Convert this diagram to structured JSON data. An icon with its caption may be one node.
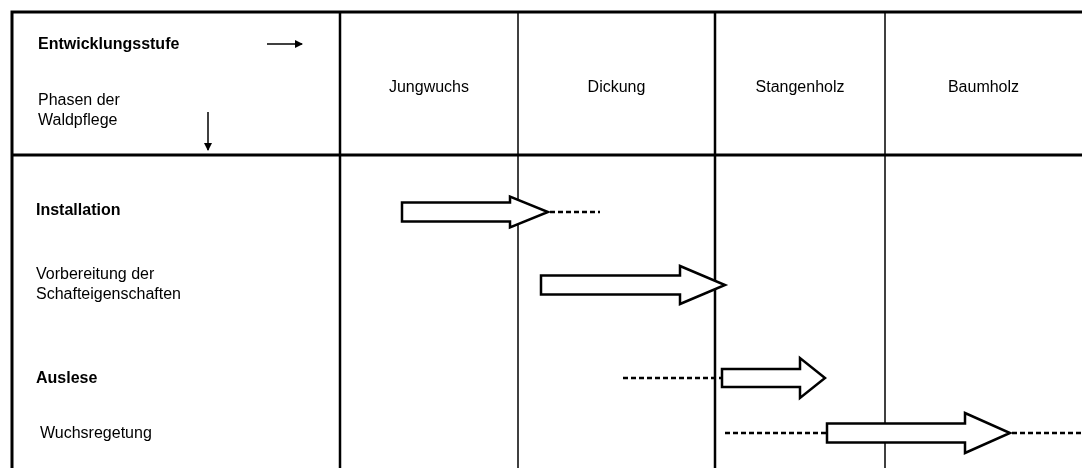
{
  "diagram": {
    "labels": [
      "Entwicklungsstufe",
      "Phasen der Waldpflege",
      "Jungwuchs",
      "Dickung",
      "Stangenholz",
      "Baumholz",
      "Installation",
      "Vorbereitung der Schafteigenschaften",
      "Auslese",
      "Wuchsregetung"
    ]
  }
}
